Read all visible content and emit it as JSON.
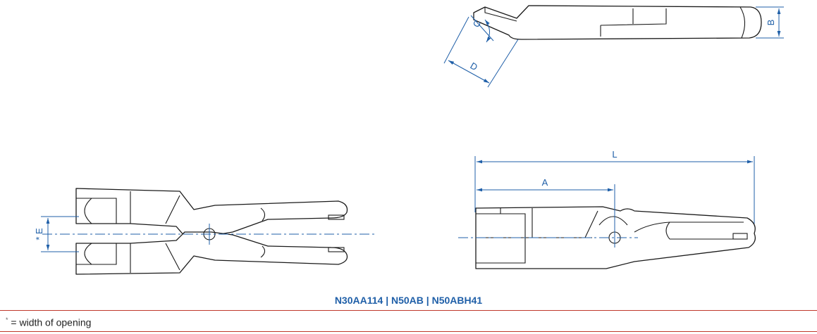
{
  "part_numbers": "N30AA114 | N50AB | N50ABH41",
  "footnote": {
    "marker": "*",
    "text": "= width of opening"
  },
  "dimension_labels": {
    "B": "B",
    "C": "C",
    "D": "D",
    "E": "* E",
    "L": "L",
    "A": "A"
  },
  "colors": {
    "dimension": "#1f5fa8",
    "outline": "#1a1a1a",
    "rule": "#c0392b"
  }
}
